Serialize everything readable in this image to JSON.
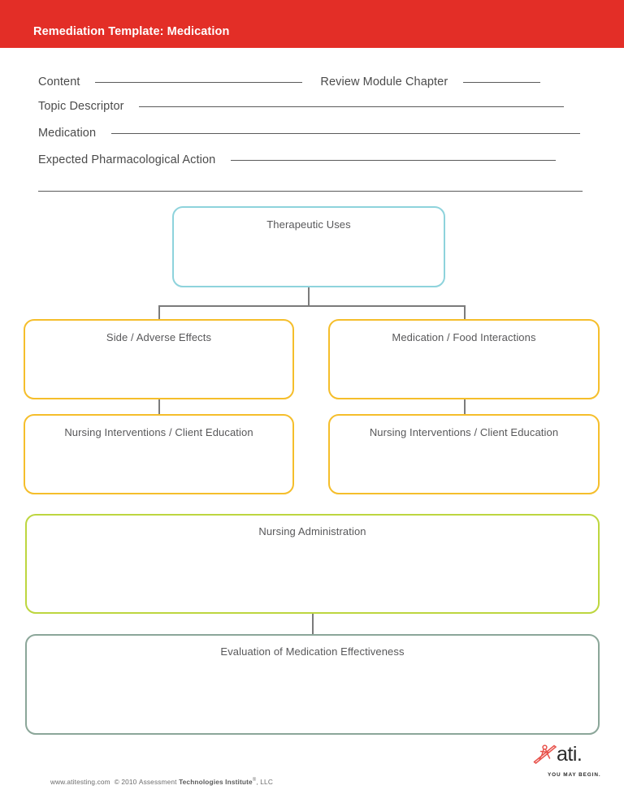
{
  "header": {
    "title": "Remediation Template: Medication",
    "background_color": "#E32E27",
    "text_color": "#FFFFFF"
  },
  "form": {
    "fields": [
      {
        "label": "Content",
        "line_width": 255,
        "value": ""
      },
      {
        "label": "Review Module Chapter",
        "line_width": 95,
        "value": ""
      },
      {
        "label": "Topic Descriptor",
        "line_width": 523,
        "value": ""
      },
      {
        "label": "Medication",
        "line_width": 577,
        "value": ""
      },
      {
        "label": "Expected Pharmacological Action",
        "line_width": 400,
        "value": ""
      }
    ],
    "continuation_line": {
      "label": "",
      "line_width": 670,
      "value": ""
    }
  },
  "diagram": {
    "nodes": [
      {
        "id": "therapeutic-uses",
        "label": "Therapeutic Uses",
        "border_color": "#8ED3DC",
        "value": ""
      },
      {
        "id": "side-adverse-effects",
        "label": "Side / Adverse Effects",
        "border_color": "#F5BE2B",
        "value": ""
      },
      {
        "id": "medication-food-interactions",
        "label": "Medication / Food Interactions",
        "border_color": "#F5BE2B",
        "value": ""
      },
      {
        "id": "nursing-interventions-left",
        "label": "Nursing Interventions / Client Education",
        "border_color": "#F5BE2B",
        "value": ""
      },
      {
        "id": "nursing-interventions-right",
        "label": "Nursing Interventions / Client Education",
        "border_color": "#F5BE2B",
        "value": ""
      },
      {
        "id": "nursing-administration",
        "label": "Nursing Administration",
        "border_color": "#BDD63F",
        "value": ""
      },
      {
        "id": "evaluation-of-medication-effectiveness",
        "label": "Evaluation of Medication Effectiveness",
        "border_color": "#8BA699",
        "value": ""
      }
    ],
    "connector_color": "#7B7B7B"
  },
  "footer": {
    "website": "www.atitesting.com",
    "copyright_symbol": "©",
    "copyright_year": "2010",
    "company_plain_a": "Assessment",
    "company_strong": "Technologies Institute",
    "registered_mark": "®",
    "company_suffix": ", LLC",
    "full_text": "www.atitesting.com  © 2010 Assessment Technologies Institute®, LLC"
  },
  "logo": {
    "wordmark": "ati.",
    "tagline": "YOU MAY BEGIN.",
    "mark_icon": "ati-figure-icon",
    "mark_color": "#E8534C",
    "word_color": "#2B2B2B"
  }
}
